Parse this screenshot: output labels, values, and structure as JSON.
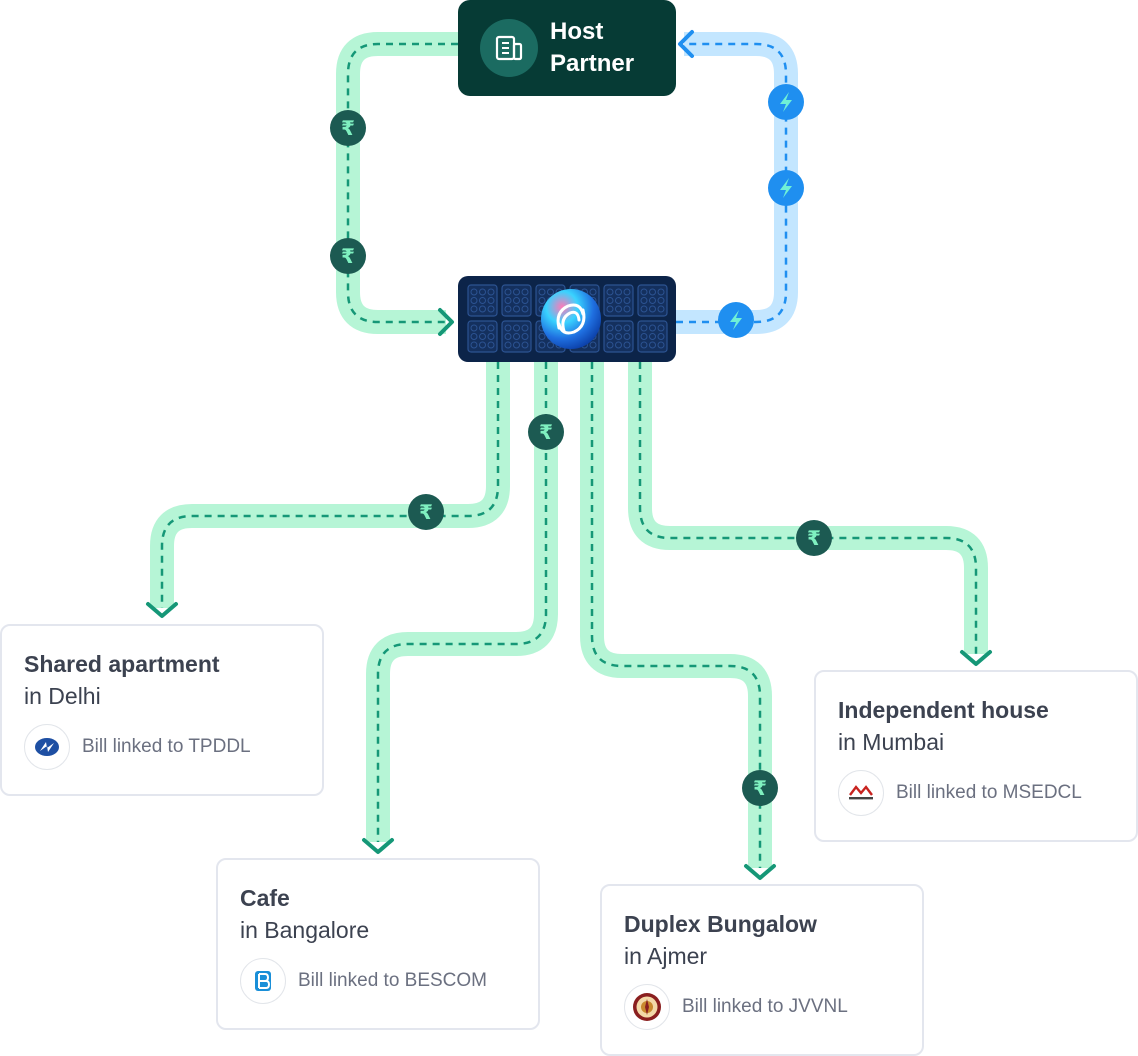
{
  "host": {
    "line1": "Host",
    "line2": "Partner",
    "icon": "building-icon"
  },
  "hub": {
    "icon": "solar-panel-icon",
    "logo": "brand-logo-icon"
  },
  "colors": {
    "money_flow": "#b6f5d6",
    "money_dash": "#159777",
    "energy_flow": "#c3e6ff",
    "energy_dash": "#1f8ff0",
    "coin_bg": "#1c5a52",
    "bolt_bg": "#1f8ff0",
    "host_bg": "#063b35",
    "panel_bg": "#0c2449"
  },
  "badges": {
    "rupee": "₹",
    "bolt": "⚡"
  },
  "locations": [
    {
      "title": "Shared apartment",
      "place": "in Delhi",
      "bill": "Bill linked to TPDDL",
      "logo": "tpddl-logo"
    },
    {
      "title": "Cafe",
      "place": "in Bangalore",
      "bill": "Bill linked to BESCOM",
      "logo": "bescom-logo"
    },
    {
      "title": "Duplex Bungalow",
      "place": "in Ajmer",
      "bill": "Bill linked to JVVNL",
      "logo": "jvvnl-logo"
    },
    {
      "title": "Independent house",
      "place": "in Mumbai",
      "bill": "Bill linked to MSEDCL",
      "logo": "msedcl-logo"
    }
  ]
}
